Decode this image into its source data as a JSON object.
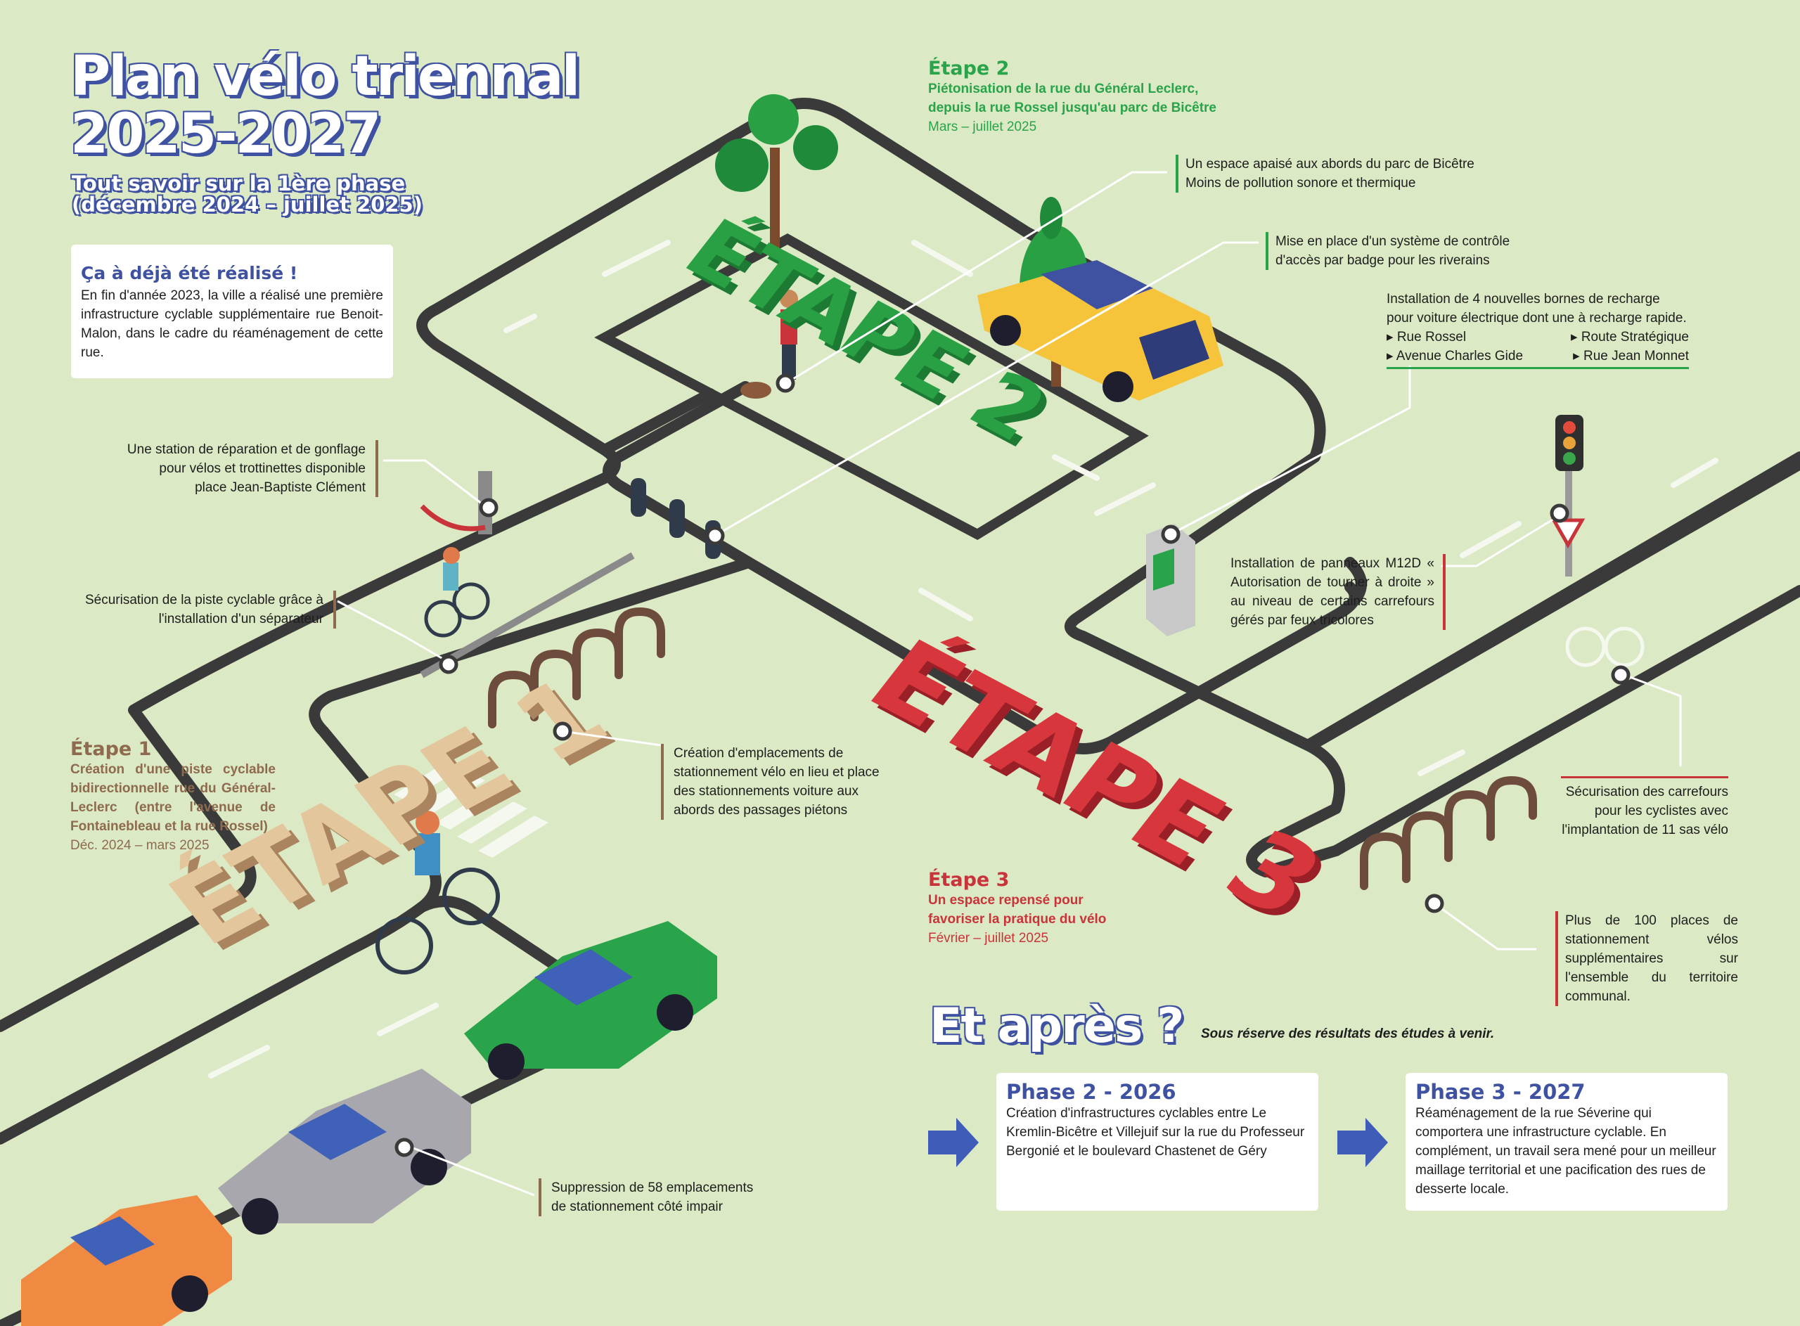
{
  "header": {
    "title_line1": "Plan vélo triennal",
    "title_line2": "2025-2027",
    "subtitle_line1": "Tout savoir sur la 1ère phase",
    "subtitle_line2": "(décembre 2024 – juillet 2025)"
  },
  "done_box": {
    "heading": "Ça à déjà été réalisé !",
    "text": "En fin d'année 2023, la ville a réalisé une première infrastructure cyclable supplémentaire rue Benoit-Malon, dans le cadre du réaménagement de cette rue."
  },
  "etape1": {
    "title": "Étape 1",
    "desc": "Création d'une piste cyclable bidirectionnelle rue du Général-Leclerc (entre l'avenue de Fontainebleau et la rue Rossel)",
    "date": "Déc. 2024 – mars 2025"
  },
  "etape2": {
    "title": "Étape 2",
    "desc": "Piétonisation de la rue du Général Leclerc, depuis la rue Rossel jusqu'au parc de Bicêtre",
    "date": "Mars – juillet 2025"
  },
  "etape3": {
    "title": "Étape 3",
    "desc": "Un espace repensé pour favoriser la pratique du vélo",
    "date": "Février – juillet 2025"
  },
  "notes": {
    "repair_station": "Une station de réparation et de gonflage pour vélos et trottinettes disponible place Jean-Baptiste Clément",
    "separator": "Sécurisation de la piste cyclable grâce à l'installation d'un séparateur",
    "parking_creation": "Création d'emplacements de stationnement vélo en lieu et place des stationnements voiture aux abords des passages piétons",
    "parking_removal": "Suppression de 58 emplacements de stationnement côté impair",
    "calm_space": "Un espace apaisé aux abords du parc de Bicêtre Moins de pollution sonore et thermique",
    "badge_access": "Mise en place d'un système de contrôle d'accès par badge pour les riverains",
    "charging_intro": "Installation de 4 nouvelles bornes de recharge pour voiture électrique dont une à recharge rapide.",
    "charging_streets": [
      "Rue Rossel",
      "Route Stratégique",
      "Avenue Charles Gide",
      "Rue Jean Monnet"
    ],
    "m12d": "Installation de panneaux M12D « Autorisation de tourner à droite » au niveau de certains carrefours gérés par feux tricolores",
    "sas_velo": "Sécurisation des carrefours pour les cyclistes avec l'implantation de 11 sas vélo",
    "places_100": "Plus de 100 places de stationnement vélos supplémentaires sur l'ensemble du territoire communal."
  },
  "after": {
    "title": "Et après ?",
    "caveat": "Sous réserve des résultats des études à venir.",
    "phase2_title": "Phase 2 - 2026",
    "phase2_text": "Création d'infrastructures cyclables entre Le Kremlin-Bicêtre et Villejuif sur la rue du Professeur Bergonié et le boulevard Chastenet de Géry",
    "phase3_title": "Phase 3 - 2027",
    "phase3_text": "Réaménagement de la rue Séverine qui comportera une infrastructure cyclable. En complément, un travail sera mené pour un meilleur maillage territorial et une pacification des rues de desserte locale."
  },
  "block_letters": {
    "etape1": "ÉTAPE 1",
    "etape2": "ÉTAPE 2",
    "etape3": "ÉTAPE 3"
  },
  "colors": {
    "background": "#dbe9c4",
    "accent_blue": "#3f52a2",
    "etape1_brown": "#8e6a4e",
    "etape2_green": "#2aa44a",
    "etape3_red": "#c9333a",
    "road": "#3a3a3a"
  }
}
